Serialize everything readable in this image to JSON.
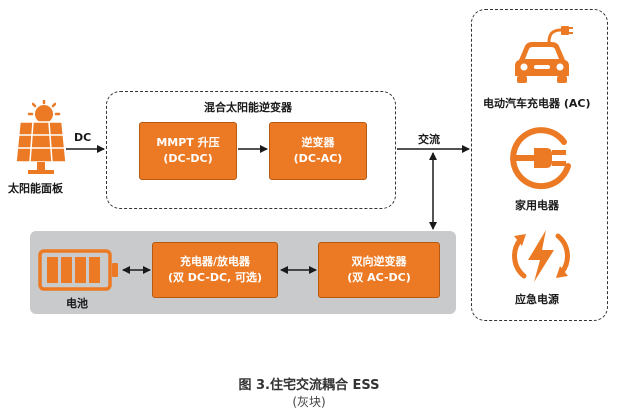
{
  "solar": {
    "label": "太阳能面板"
  },
  "dc_link": {
    "label": "DC"
  },
  "hybrid_inverter": {
    "title": "混合太阳能逆变器",
    "mppt_line1": "MMPT 升压",
    "mppt_line2": "(DC-DC)",
    "inverter_line1": "逆变器",
    "inverter_line2": "(DC-AC)"
  },
  "ac_link": {
    "label": "交流"
  },
  "battery": {
    "label": "电池",
    "charger_line1": "充电器/放电器",
    "charger_line2": "(双 DC-DC, 可选)",
    "bidir_line1": "双向逆变器",
    "bidir_line2": "(双 AC-DC)"
  },
  "loads": {
    "ev_label": "电动汽车充电器 (AC)",
    "appliance_label": "家用电器",
    "emergency_label": "应急电源"
  },
  "caption": {
    "title": "图 3.住宅交流耦合 ESS",
    "subtitle": "(灰块)"
  },
  "colors": {
    "accent": "#ec7a25",
    "panel_grey": "#c9cacc",
    "arrow": "#1a1a1a"
  }
}
